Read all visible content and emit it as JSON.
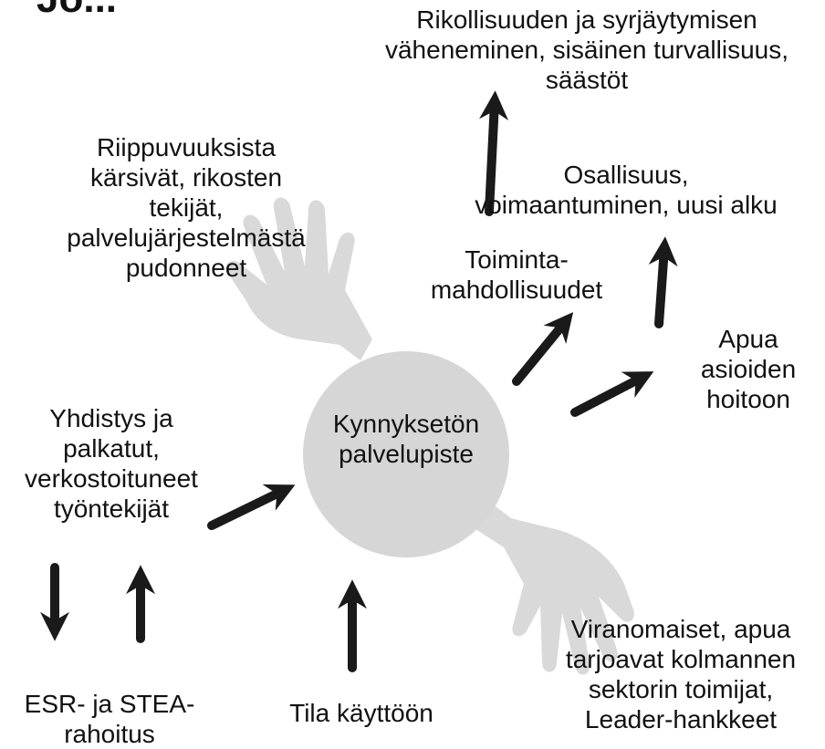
{
  "diagram": {
    "partial_title": "Jo...",
    "center": {
      "line1": "Kynnyksetön",
      "line2": "palvelupiste"
    },
    "labels": {
      "top_right": {
        "line1": "Rikollisuuden ja syrjäytymisen",
        "line2": "väheneminen, sisäinen turvallisuus,",
        "line3": "säästöt"
      },
      "top_left": {
        "line1": "Riippuvuuksista",
        "line2": "kärsivät, rikosten",
        "line3": "tekijät,",
        "line4": "palvelujärjestelmästä",
        "line5": "pudonneet"
      },
      "participation": {
        "line1": "Osallisuus,",
        "line2": "voimaantuminen, uusi alku"
      },
      "opportunities": {
        "line1": "Toiminta-",
        "line2": "mahdollisuudet"
      },
      "help": {
        "line1": "Apua",
        "line2": "asioiden",
        "line3": "hoitoon"
      },
      "association": {
        "line1": "Yhdistys ja",
        "line2": "palkatut,",
        "line3": "verkostoituneet",
        "line4": "työntekijät"
      },
      "authorities": {
        "line1": "Viranomaiset, apua",
        "line2": "tarjoavat kolmannen",
        "line3": "sektorin toimijat,",
        "line4": "Leader-hankkeet"
      },
      "funding": {
        "line1": "ESR- ja STEA-",
        "line2": "rahoitus"
      },
      "space": {
        "line1": "Tila käyttöön"
      }
    },
    "colors": {
      "circle": "#d6d6d6",
      "hand": "#d9d9d9",
      "arrow": "#1a1a1a",
      "text": "#111111"
    }
  }
}
